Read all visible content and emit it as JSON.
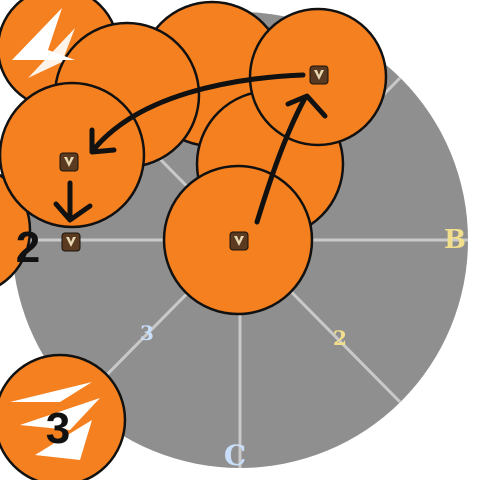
{
  "arena": {
    "floor_color": "#8f8f8f",
    "spoke_color": "#c9c9c9",
    "waymarks": [
      {
        "id": "waymark-b",
        "text": "B",
        "color": "#f2df8c"
      },
      {
        "id": "waymark-c",
        "text": "C",
        "color": "#c9defa"
      },
      {
        "id": "waymark-2",
        "text": "2",
        "color": "#f2df8c"
      },
      {
        "id": "waymark-3",
        "text": "3",
        "color": "#c9defa"
      }
    ]
  },
  "markers": {
    "player_left_number": "2",
    "player_bottom_number": "3"
  },
  "colors": {
    "aoe_fill": "#f5801f",
    "aoe_stroke": "#111111",
    "arrow": "#111111",
    "icon_bg": "#5a3a20",
    "icon_glyph": "#e8d8b0",
    "chevron": "#ffffff"
  },
  "icons": {
    "party_member": "tank-job-icon",
    "direction_marker": "chevron-arrow-icon",
    "movement": "curved-arrow-icon"
  }
}
